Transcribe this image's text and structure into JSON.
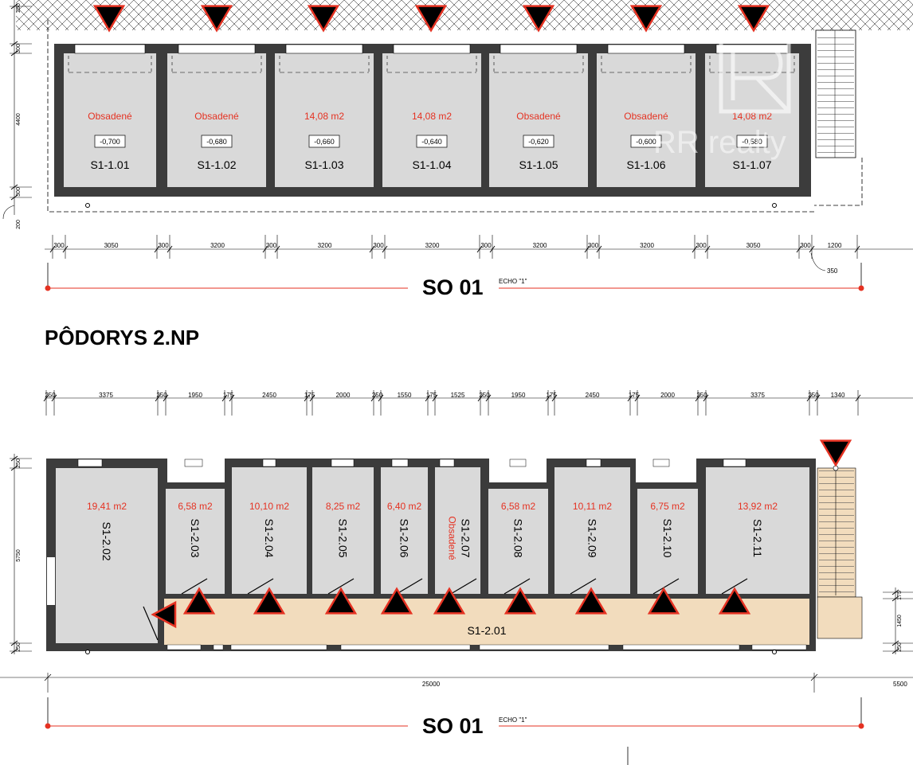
{
  "floor1": {
    "rooms": [
      {
        "id": "S1-1.01",
        "area": "Obsadené",
        "level": "-0,700"
      },
      {
        "id": "S1-1.02",
        "area": "Obsadené",
        "level": "-0,680"
      },
      {
        "id": "S1-1.03",
        "area": "14,08 m2",
        "level": "-0,660"
      },
      {
        "id": "S1-1.04",
        "area": "14,08 m2",
        "level": "-0,640"
      },
      {
        "id": "S1-1.05",
        "area": "Obsadené",
        "level": "-0,620"
      },
      {
        "id": "S1-1.06",
        "area": "Obsadené",
        "level": "-0,600"
      },
      {
        "id": "S1-1.07",
        "area": "14,08 m2",
        "level": "-0,580"
      }
    ],
    "dims_horizontal": [
      "300",
      "3050",
      "300",
      "3200",
      "300",
      "3200",
      "300",
      "3200",
      "300",
      "3200",
      "300",
      "3200",
      "300",
      "3050",
      "300",
      "1200"
    ],
    "dim_350": "350",
    "dims_vertical": [
      "250",
      "300",
      "4400",
      "300",
      "200"
    ],
    "section_label": "SO 01",
    "echo": "ECHO \"1\""
  },
  "floor2": {
    "title": "PÔDORYS 2.NP",
    "rooms": [
      {
        "id": "S1-2.02",
        "area": "19,41 m2"
      },
      {
        "id": "S1-2.03",
        "area": "6,58 m2"
      },
      {
        "id": "S1-2.04",
        "area": "10,10 m2"
      },
      {
        "id": "S1-2.05",
        "area": "8,25 m2"
      },
      {
        "id": "S1-2.06",
        "area": "6,40 m2"
      },
      {
        "id": "S1-2.07",
        "area": "Obsadené"
      },
      {
        "id": "S1-2.08",
        "area": "6,58 m2"
      },
      {
        "id": "S1-2.09",
        "area": "10,11 m2"
      },
      {
        "id": "S1-2.10",
        "area": "6,75 m2"
      },
      {
        "id": "S1-2.11",
        "area": "13,92 m2"
      }
    ],
    "corridor": "S1-2.01",
    "dims_horizontal": [
      "250",
      "3375",
      "250",
      "1950",
      "175",
      "2450",
      "175",
      "2000",
      "250",
      "1550",
      "175",
      "1525",
      "250",
      "1950",
      "175",
      "2450",
      "175",
      "2000",
      "250",
      "3375",
      "250",
      "1340"
    ],
    "dims_vertical_left": [
      "250",
      "5750",
      "250"
    ],
    "dims_vertical_right": [
      "175",
      "1450",
      "250"
    ],
    "total_width": "25000",
    "stair_width": "5500",
    "section_label": "SO 01",
    "echo": "ECHO \"1\""
  },
  "watermark": "RR realty",
  "colors": {
    "room_fill": "#d9d9d9",
    "wall": "#3c3c3c",
    "corridor_fill": "#f2dcbd",
    "area_text": "#e53222",
    "axis_line": "#e53222",
    "marker": "#e53222"
  }
}
